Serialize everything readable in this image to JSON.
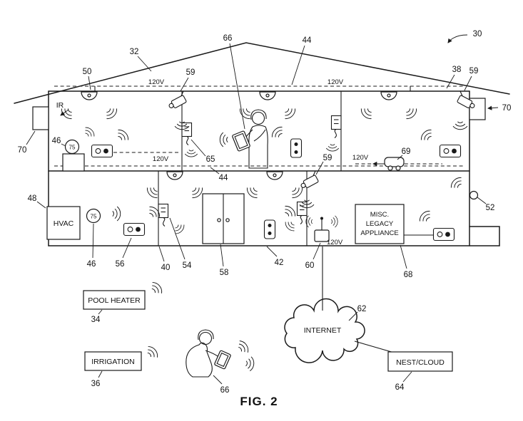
{
  "figure": {
    "caption": "FIG. 2"
  },
  "labels": {
    "ir": "IR",
    "voltage": "120V",
    "thermostat_temp": "75",
    "hvac": "HVAC",
    "misc": [
      "MISC.",
      "LEGACY",
      "APPLIANCE"
    ],
    "pool_heater": "POOL HEATER",
    "irrigation": "IRRIGATION",
    "internet": "INTERNET",
    "nest_cloud": "NEST/CLOUD"
  },
  "ref": {
    "30": "30",
    "32": "32",
    "34": "34",
    "36": "36",
    "38": "38",
    "40": "40",
    "42": "42",
    "44": "44",
    "46": "46",
    "48": "48",
    "50": "50",
    "52": "52",
    "54": "54",
    "56": "56",
    "58": "58",
    "59": "59",
    "60": "60",
    "62": "62",
    "64": "64",
    "65": "65",
    "66": "66",
    "68": "68",
    "69": "69",
    "70": "70"
  }
}
